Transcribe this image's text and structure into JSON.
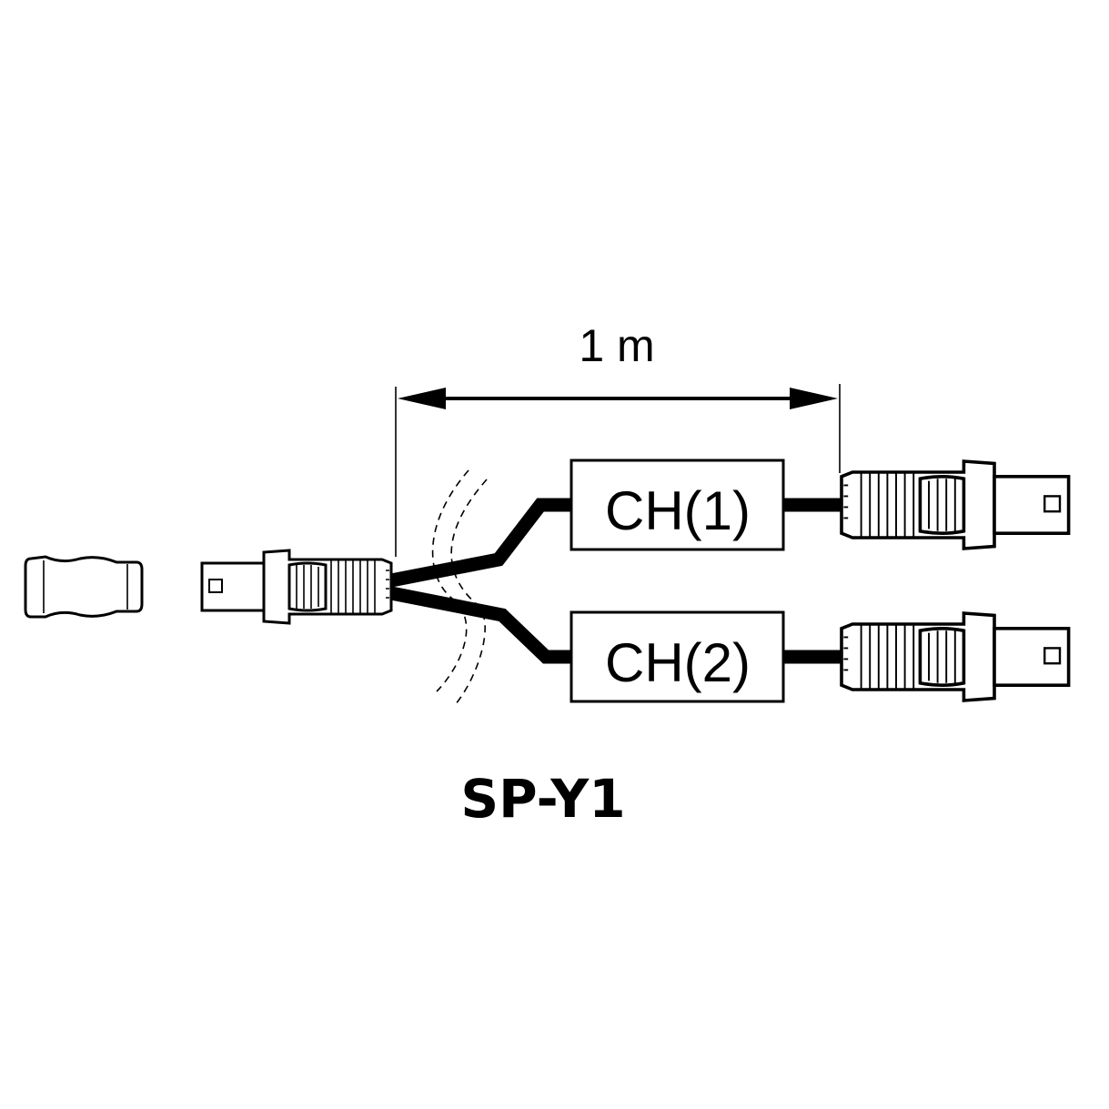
{
  "dimension": {
    "label": "1 m"
  },
  "channels": [
    {
      "label": "CH(1)"
    },
    {
      "label": "CH(2)"
    }
  ],
  "model": {
    "label": "SP-Y1"
  },
  "colors": {
    "line": "#000000",
    "background": "#ffffff"
  }
}
